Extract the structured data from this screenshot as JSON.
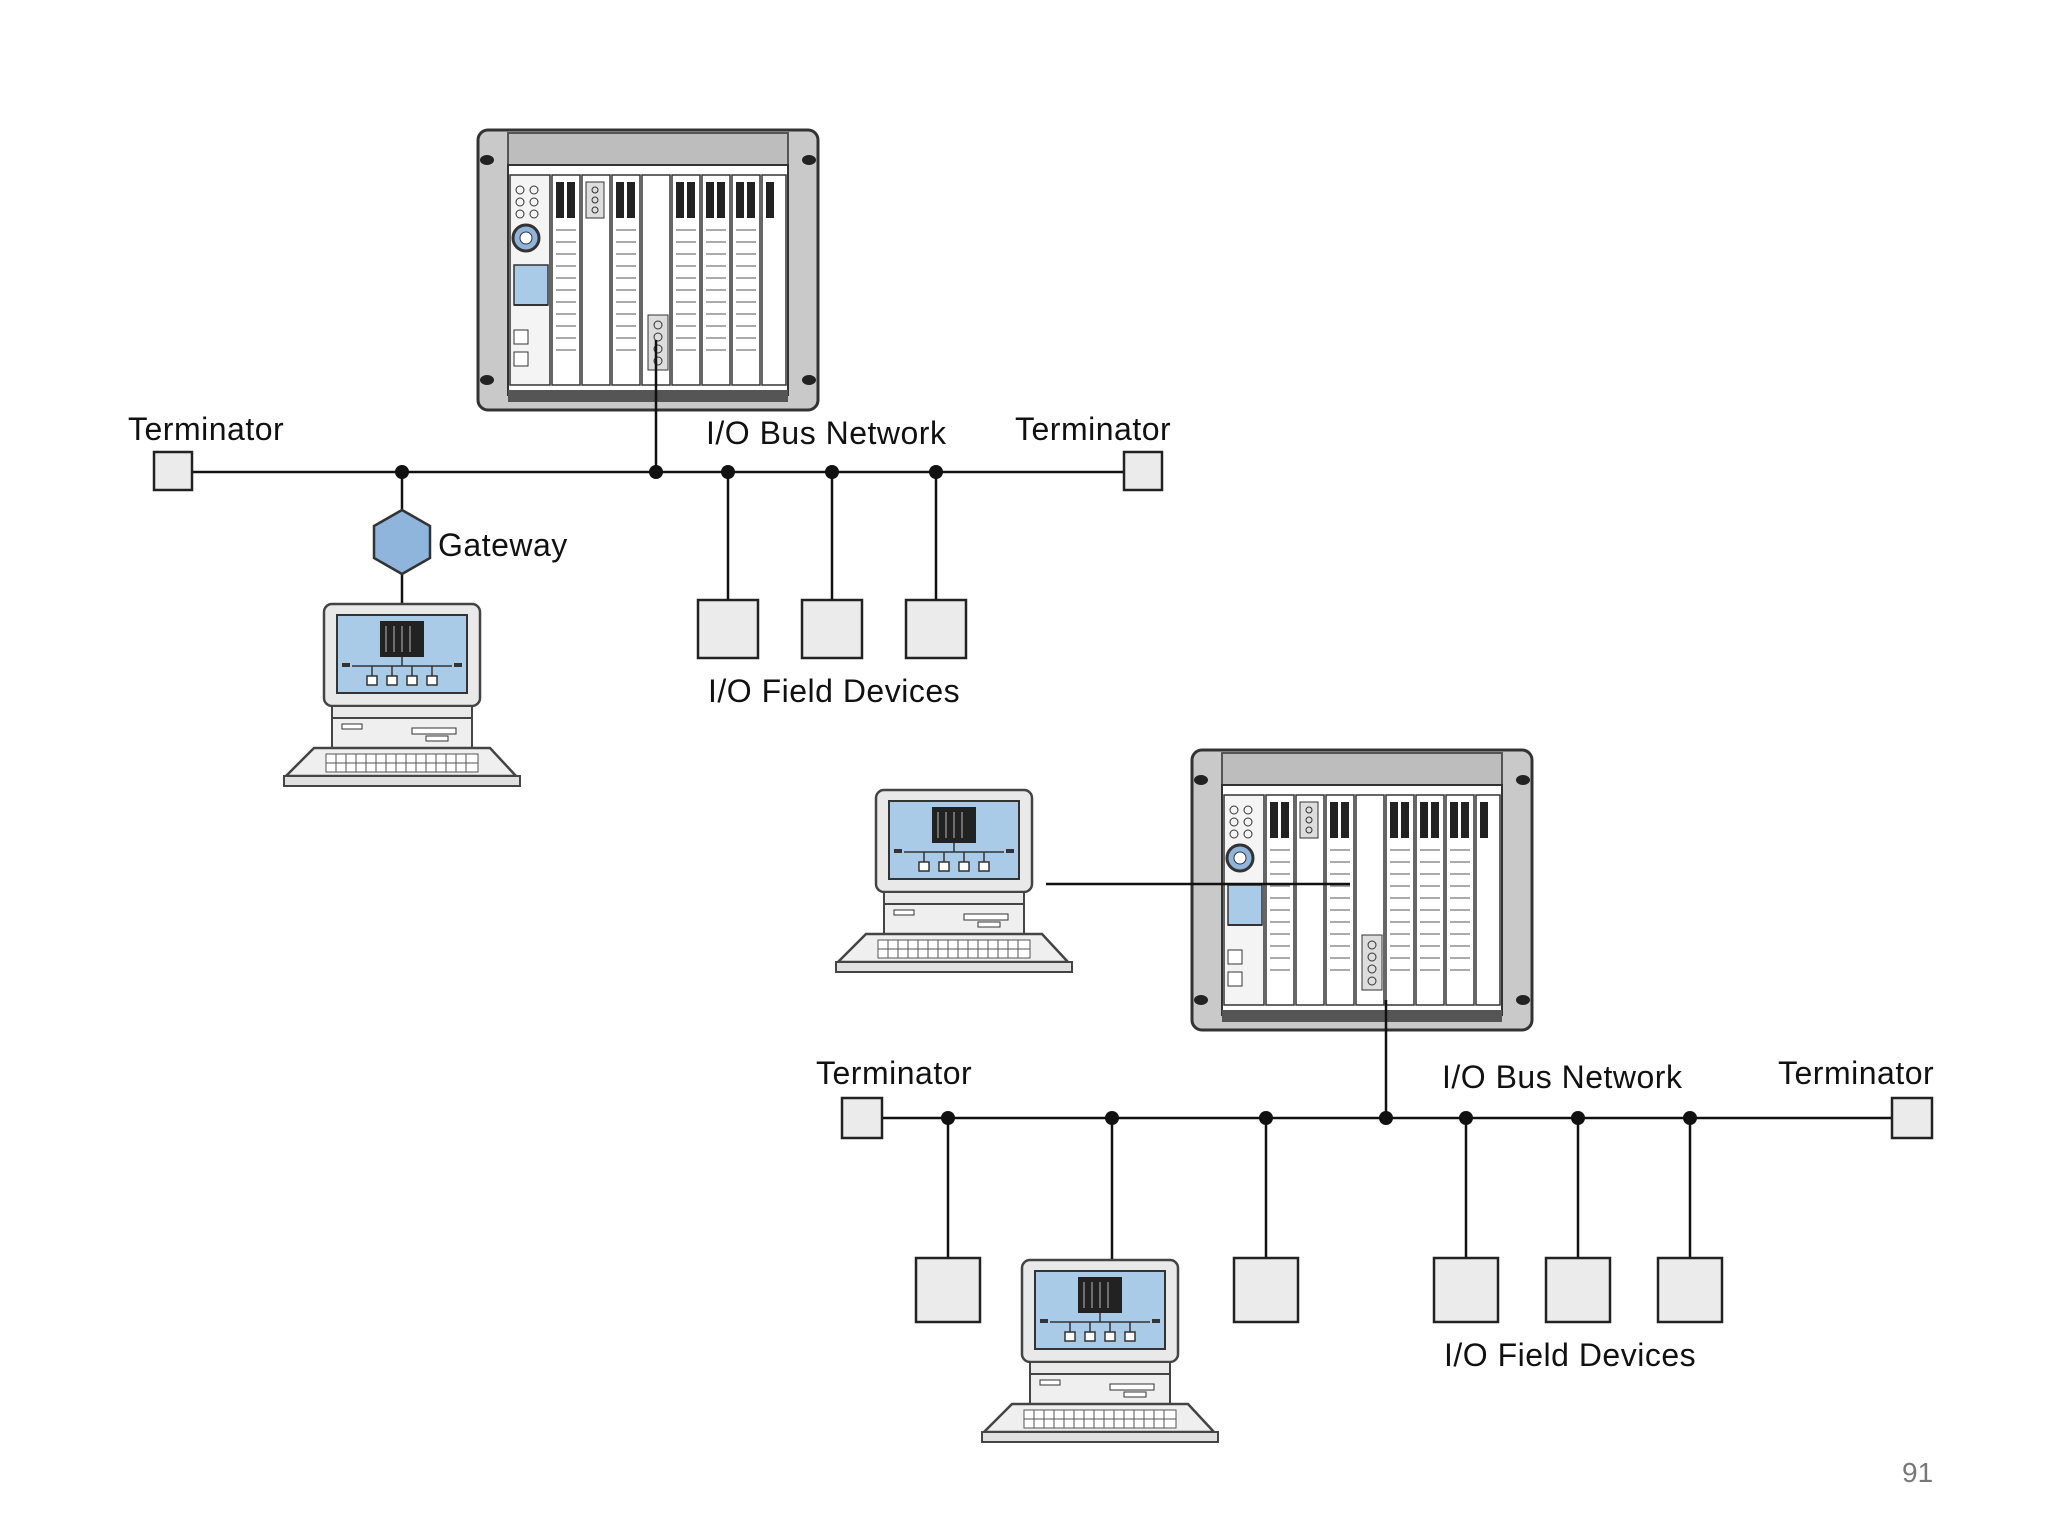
{
  "labels": {
    "top_terminator_left": "Terminator",
    "top_terminator_right": "Terminator",
    "top_bus_network": "I/O Bus Network",
    "top_gateway": "Gateway",
    "top_field_devices": "I/O Field Devices",
    "bottom_terminator_left": "Terminator",
    "bottom_terminator_right": "Terminator",
    "bottom_bus_network": "I/O Bus Network",
    "bottom_field_devices": "I/O Field Devices"
  },
  "page_number": "91",
  "colors": {
    "line": "#111111",
    "device_fill": "#ebebeb",
    "gateway_fill": "#8fb5dc",
    "screen_fill": "#a9cbe8",
    "rack_fill": "#c9c9c9"
  },
  "icons": [
    "plc-rack-icon",
    "computer-terminal-icon",
    "gateway-hexagon-icon",
    "terminator-icon",
    "field-device-icon"
  ]
}
